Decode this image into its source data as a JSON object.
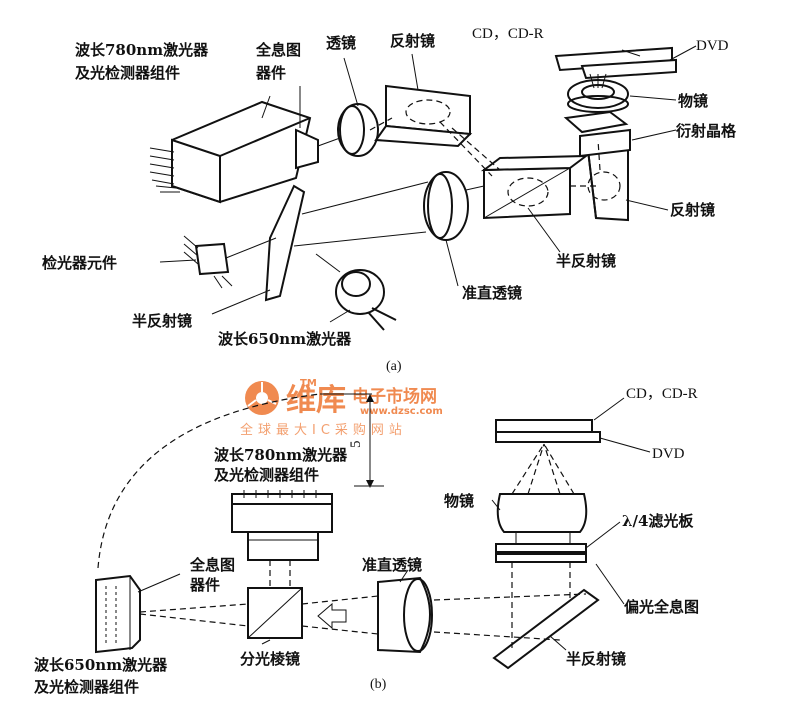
{
  "diagram_a": {
    "caption": "(a)",
    "labels": {
      "laser780_line1": "波长780nm激光器",
      "laser780_line2": "及光检测器组件",
      "hologram_line1": "全息图",
      "hologram_line2": "器件",
      "lens": "透镜",
      "mirror_top": "反射镜",
      "cd_cdr": "CD，CD-R",
      "dvd": "DVD",
      "objective": "物镜",
      "grating": "衍射晶格",
      "mirror_right": "反射镜",
      "half_mirror_right": "半反射镜",
      "collimator": "准直透镜",
      "detector": "检光器元件",
      "half_mirror_left": "半反射镜",
      "laser650": "波长650nm激光器"
    }
  },
  "diagram_b": {
    "caption": "(b)",
    "labels": {
      "cd_cdr": "CD，CD-R",
      "dvd": "DVD",
      "laser780_line1": "波长780nm激光器",
      "laser780_line2": "及光检测器组件",
      "dimension": "5",
      "objective": "物镜",
      "quarter_wave": "λ/4滤光板",
      "hologram_line1": "全息图",
      "hologram_line2": "器件",
      "collimator": "准直透镜",
      "polarizing_hologram": "偏光全息图",
      "beam_splitter": "分光棱镜",
      "half_mirror": "半反射镜",
      "laser650_line1": "波长650nm激光器",
      "laser650_line2": "及光检测器组件"
    }
  },
  "watermark": {
    "brand": "维库",
    "sub": "电子市场网",
    "url": "www.dzsc.com",
    "slogan": "全球最大IC采购网站",
    "tm": "TM"
  },
  "colors": {
    "ink": "#111111",
    "watermark": "#f08a50",
    "background": "#ffffff"
  }
}
